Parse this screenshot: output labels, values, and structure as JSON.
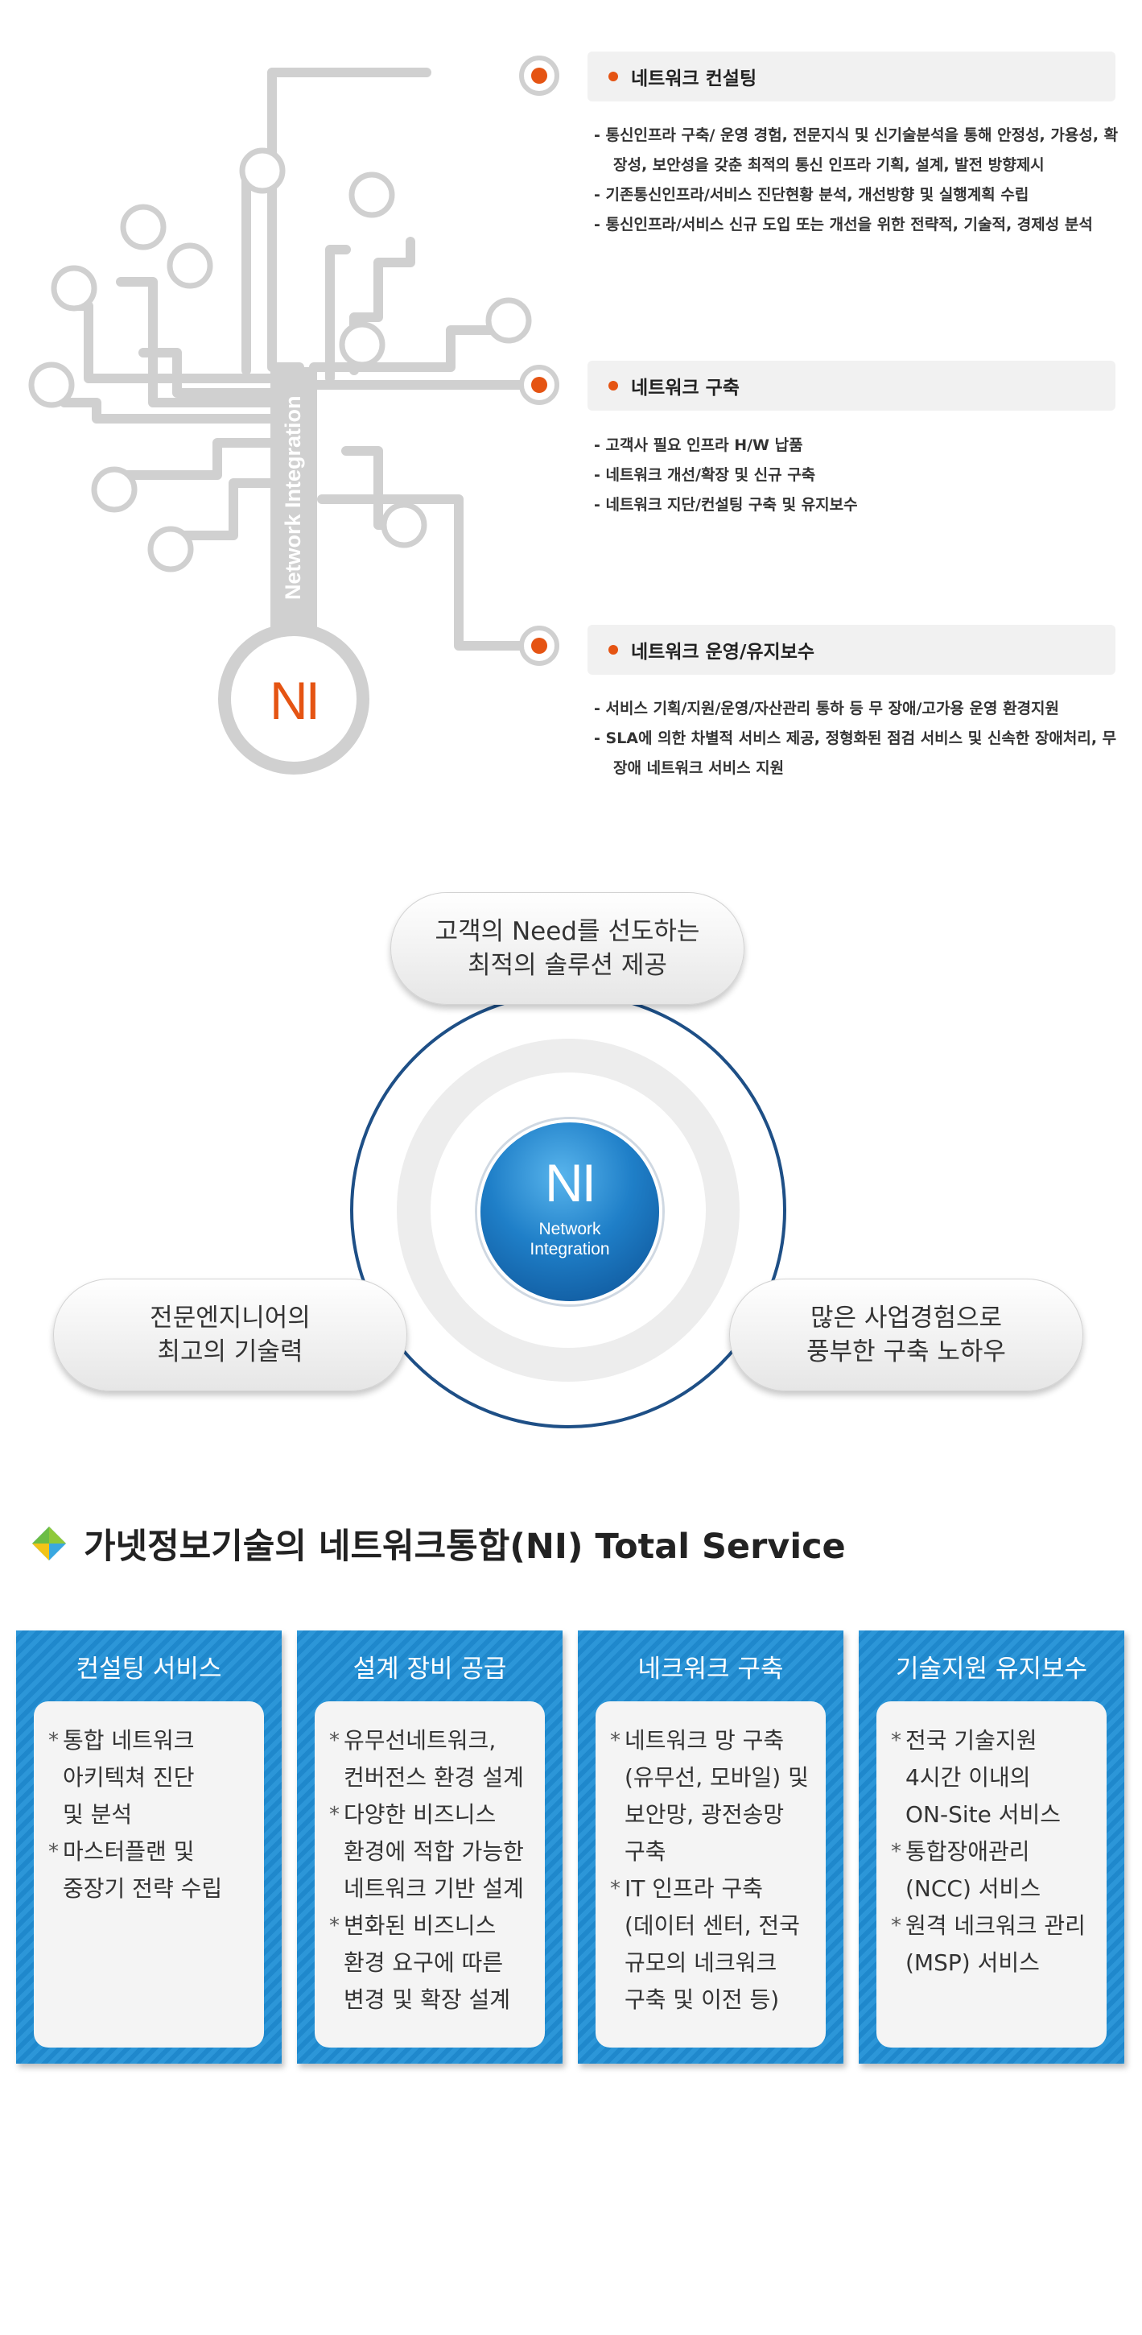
{
  "network_integration": {
    "badge": "NI",
    "stem_label": "Network Integration",
    "services": [
      {
        "title": "네트워크 컨설팅",
        "items": [
          "통신인프라 구축/ 운영 경험, 전문지식 및 신기술분석을 통해 안정성, 가용성, 확장성, 보안성을 갖춘 최적의 통신 인프라 기획, 설계, 발전 방향제시",
          "기존통신인프라/서비스 진단현황 분석, 개선방향 및 실행계획 수립",
          "통신인프라/서비스 신규 도입 또는 개선을 위한 전략적, 기술적, 경제성 분석"
        ]
      },
      {
        "title": "네트워크 구축",
        "items": [
          "고객사 필요 인프라 H/W 납품",
          "네트워크 개선/확장 및 신규 구축",
          "네트워크 지단/컨설팅 구축 및 유지보수"
        ]
      },
      {
        "title": "네트워크 운영/유지보수",
        "items": [
          "서비스 기획/지원/운영/자산관리 통하 등 무 장애/고가용 운영 환경지원",
          "SLA에 의한 차별적 서비스 제공, 정형화된 점검 서비스 및 신속한 장애처리, 무장애 네트워크 서비스 지원"
        ]
      }
    ]
  },
  "ring": {
    "core": {
      "title": "NI",
      "line1": "Network",
      "line2": "Integration"
    },
    "top": {
      "line1": "고객의 Need를 선도하는",
      "line2": "최적의 솔루션 제공"
    },
    "left": {
      "line1": "전문엔지니어의",
      "line2": "최고의 기술력"
    },
    "right": {
      "line1": "많은 사업경험으로",
      "line2": "풍부한 구축 노하우"
    }
  },
  "total_service": {
    "title": "가넷정보기술의 네트워크통합(NI) Total Service",
    "colors": {
      "card": "#2c96d8",
      "accent": "#e55413"
    },
    "cards": [
      {
        "title": "컨설팅 서비스",
        "items": [
          [
            "통합 네트워크",
            "아키텍쳐 진단",
            "및 분석"
          ],
          [
            "마스터플랜 및",
            "중장기 전략 수립"
          ]
        ]
      },
      {
        "title": "설계 장비 공급",
        "items": [
          [
            "유무선네트워크,",
            "컨버전스 환경 설계"
          ],
          [
            "다양한 비즈니스",
            "환경에 적합 가능한",
            "네트워크 기반 설계"
          ],
          [
            "변화된 비즈니스",
            "환경 요구에 따른",
            "변경 및 확장 설계"
          ]
        ]
      },
      {
        "title": "네크워크 구축",
        "items": [
          [
            "네트워크 망 구축",
            "(유무선, 모바일) 및",
            "보안망, 광전송망",
            "구축"
          ],
          [
            "IT 인프라 구축",
            "(데이터 센터, 전국",
            "규모의 네크워크",
            "구축 및 이전 등)"
          ]
        ]
      },
      {
        "title": "기술지원 유지보수",
        "items": [
          [
            "전국 기술지원",
            "4시간 이내의",
            "ON-Site 서비스"
          ],
          [
            "통합장애관리",
            "(NCC) 서비스"
          ],
          [
            "원격 네크워크 관리",
            "(MSP) 서비스"
          ]
        ]
      }
    ]
  }
}
